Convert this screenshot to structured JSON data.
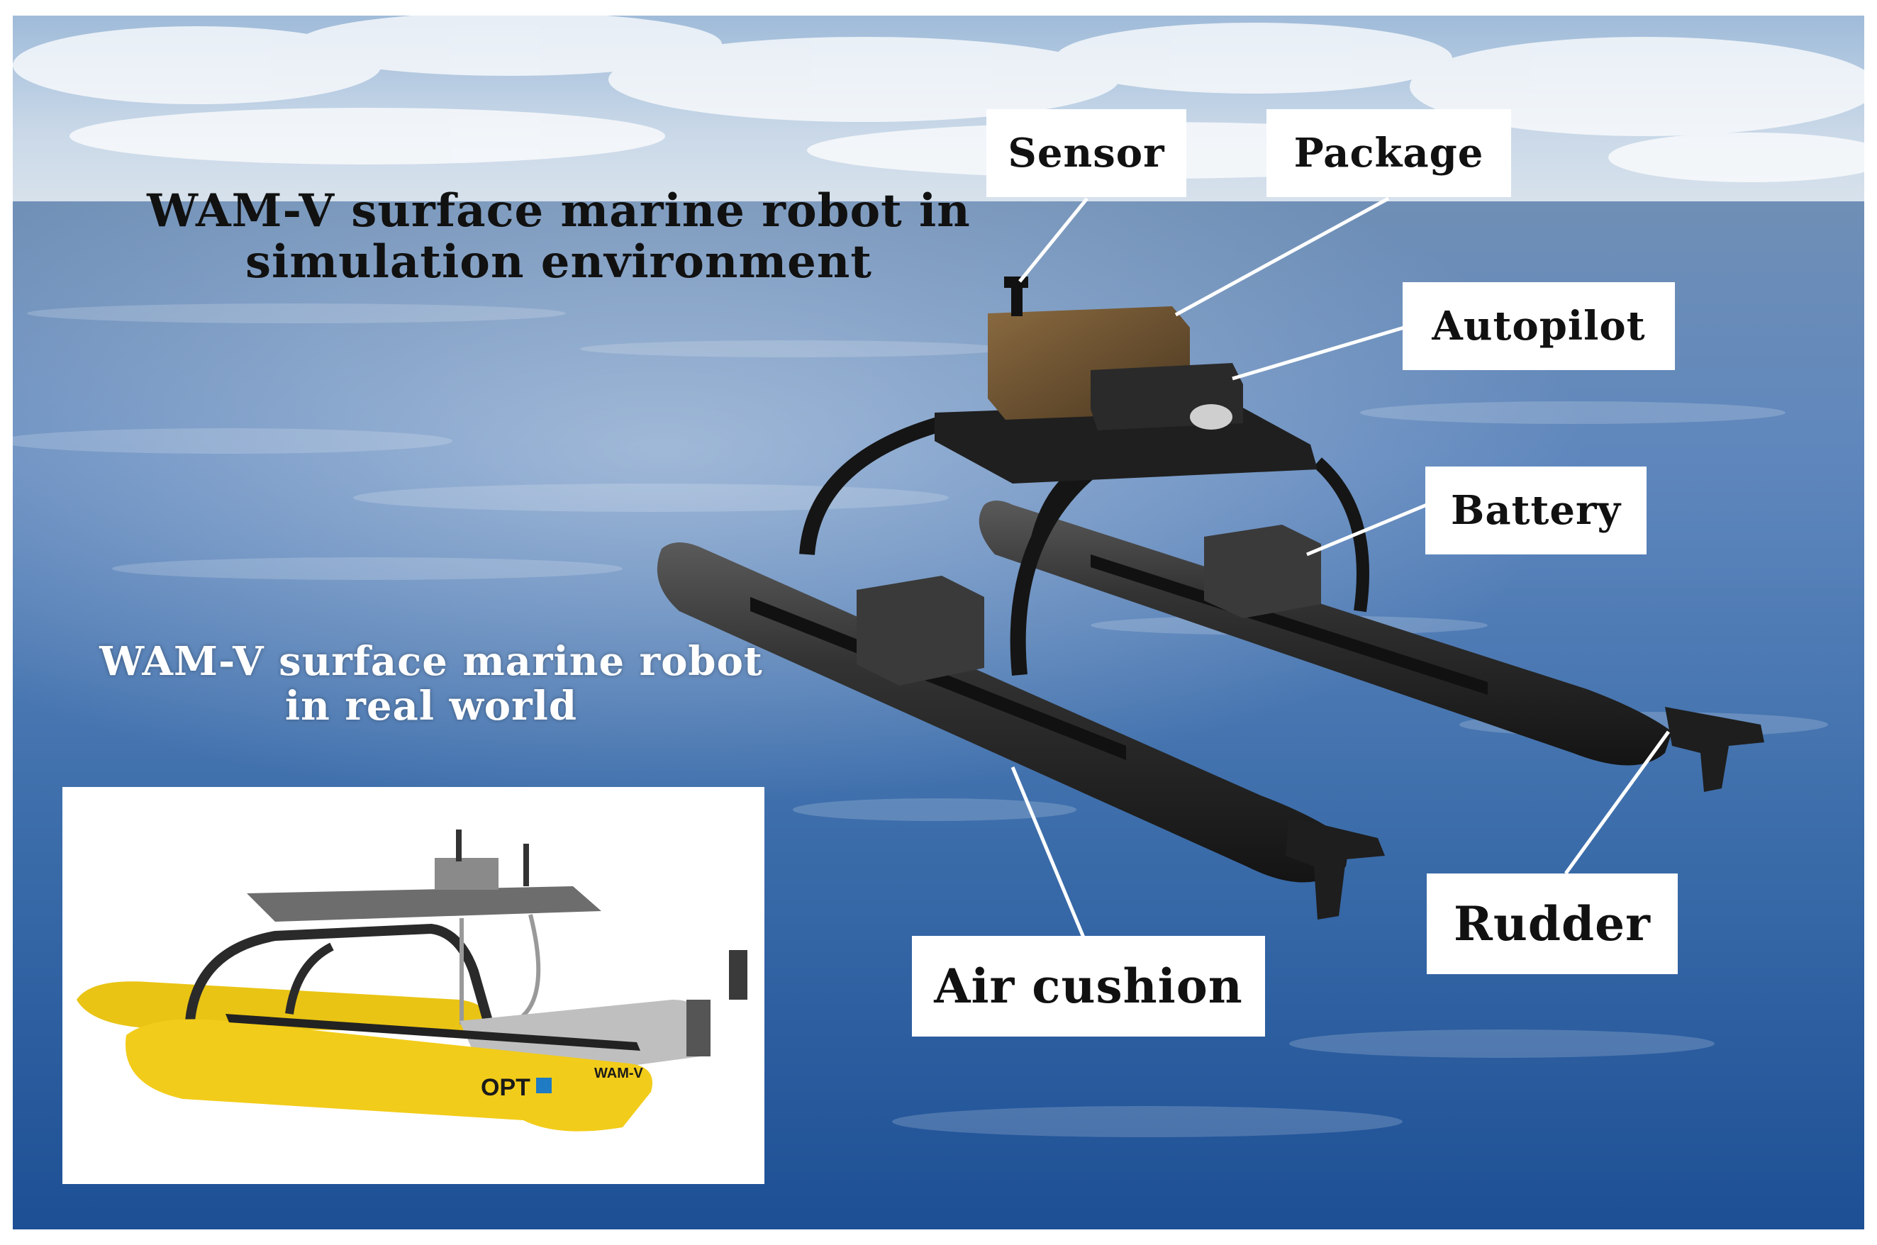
{
  "titles": {
    "simulation_line1": "WAM-V surface marine robot in",
    "simulation_line2": "simulation environment",
    "real_line1": "WAM-V surface marine robot",
    "real_line2": "in real world"
  },
  "labels": {
    "sensor": "Sensor",
    "package": "Package",
    "autopilot": "Autopilot",
    "battery": "Battery",
    "rudder": "Rudder",
    "air_cushion": "Air cushion"
  },
  "inset": {
    "brand_text": "OPT",
    "hull_text": "WAM-V"
  },
  "colors": {
    "sky": "#b8cde3",
    "sea_light": "#6e94c3",
    "sea_dark": "#1f4f92",
    "hull": "#2b2b2b",
    "yellow_pontoon": "#f2cc1a"
  }
}
